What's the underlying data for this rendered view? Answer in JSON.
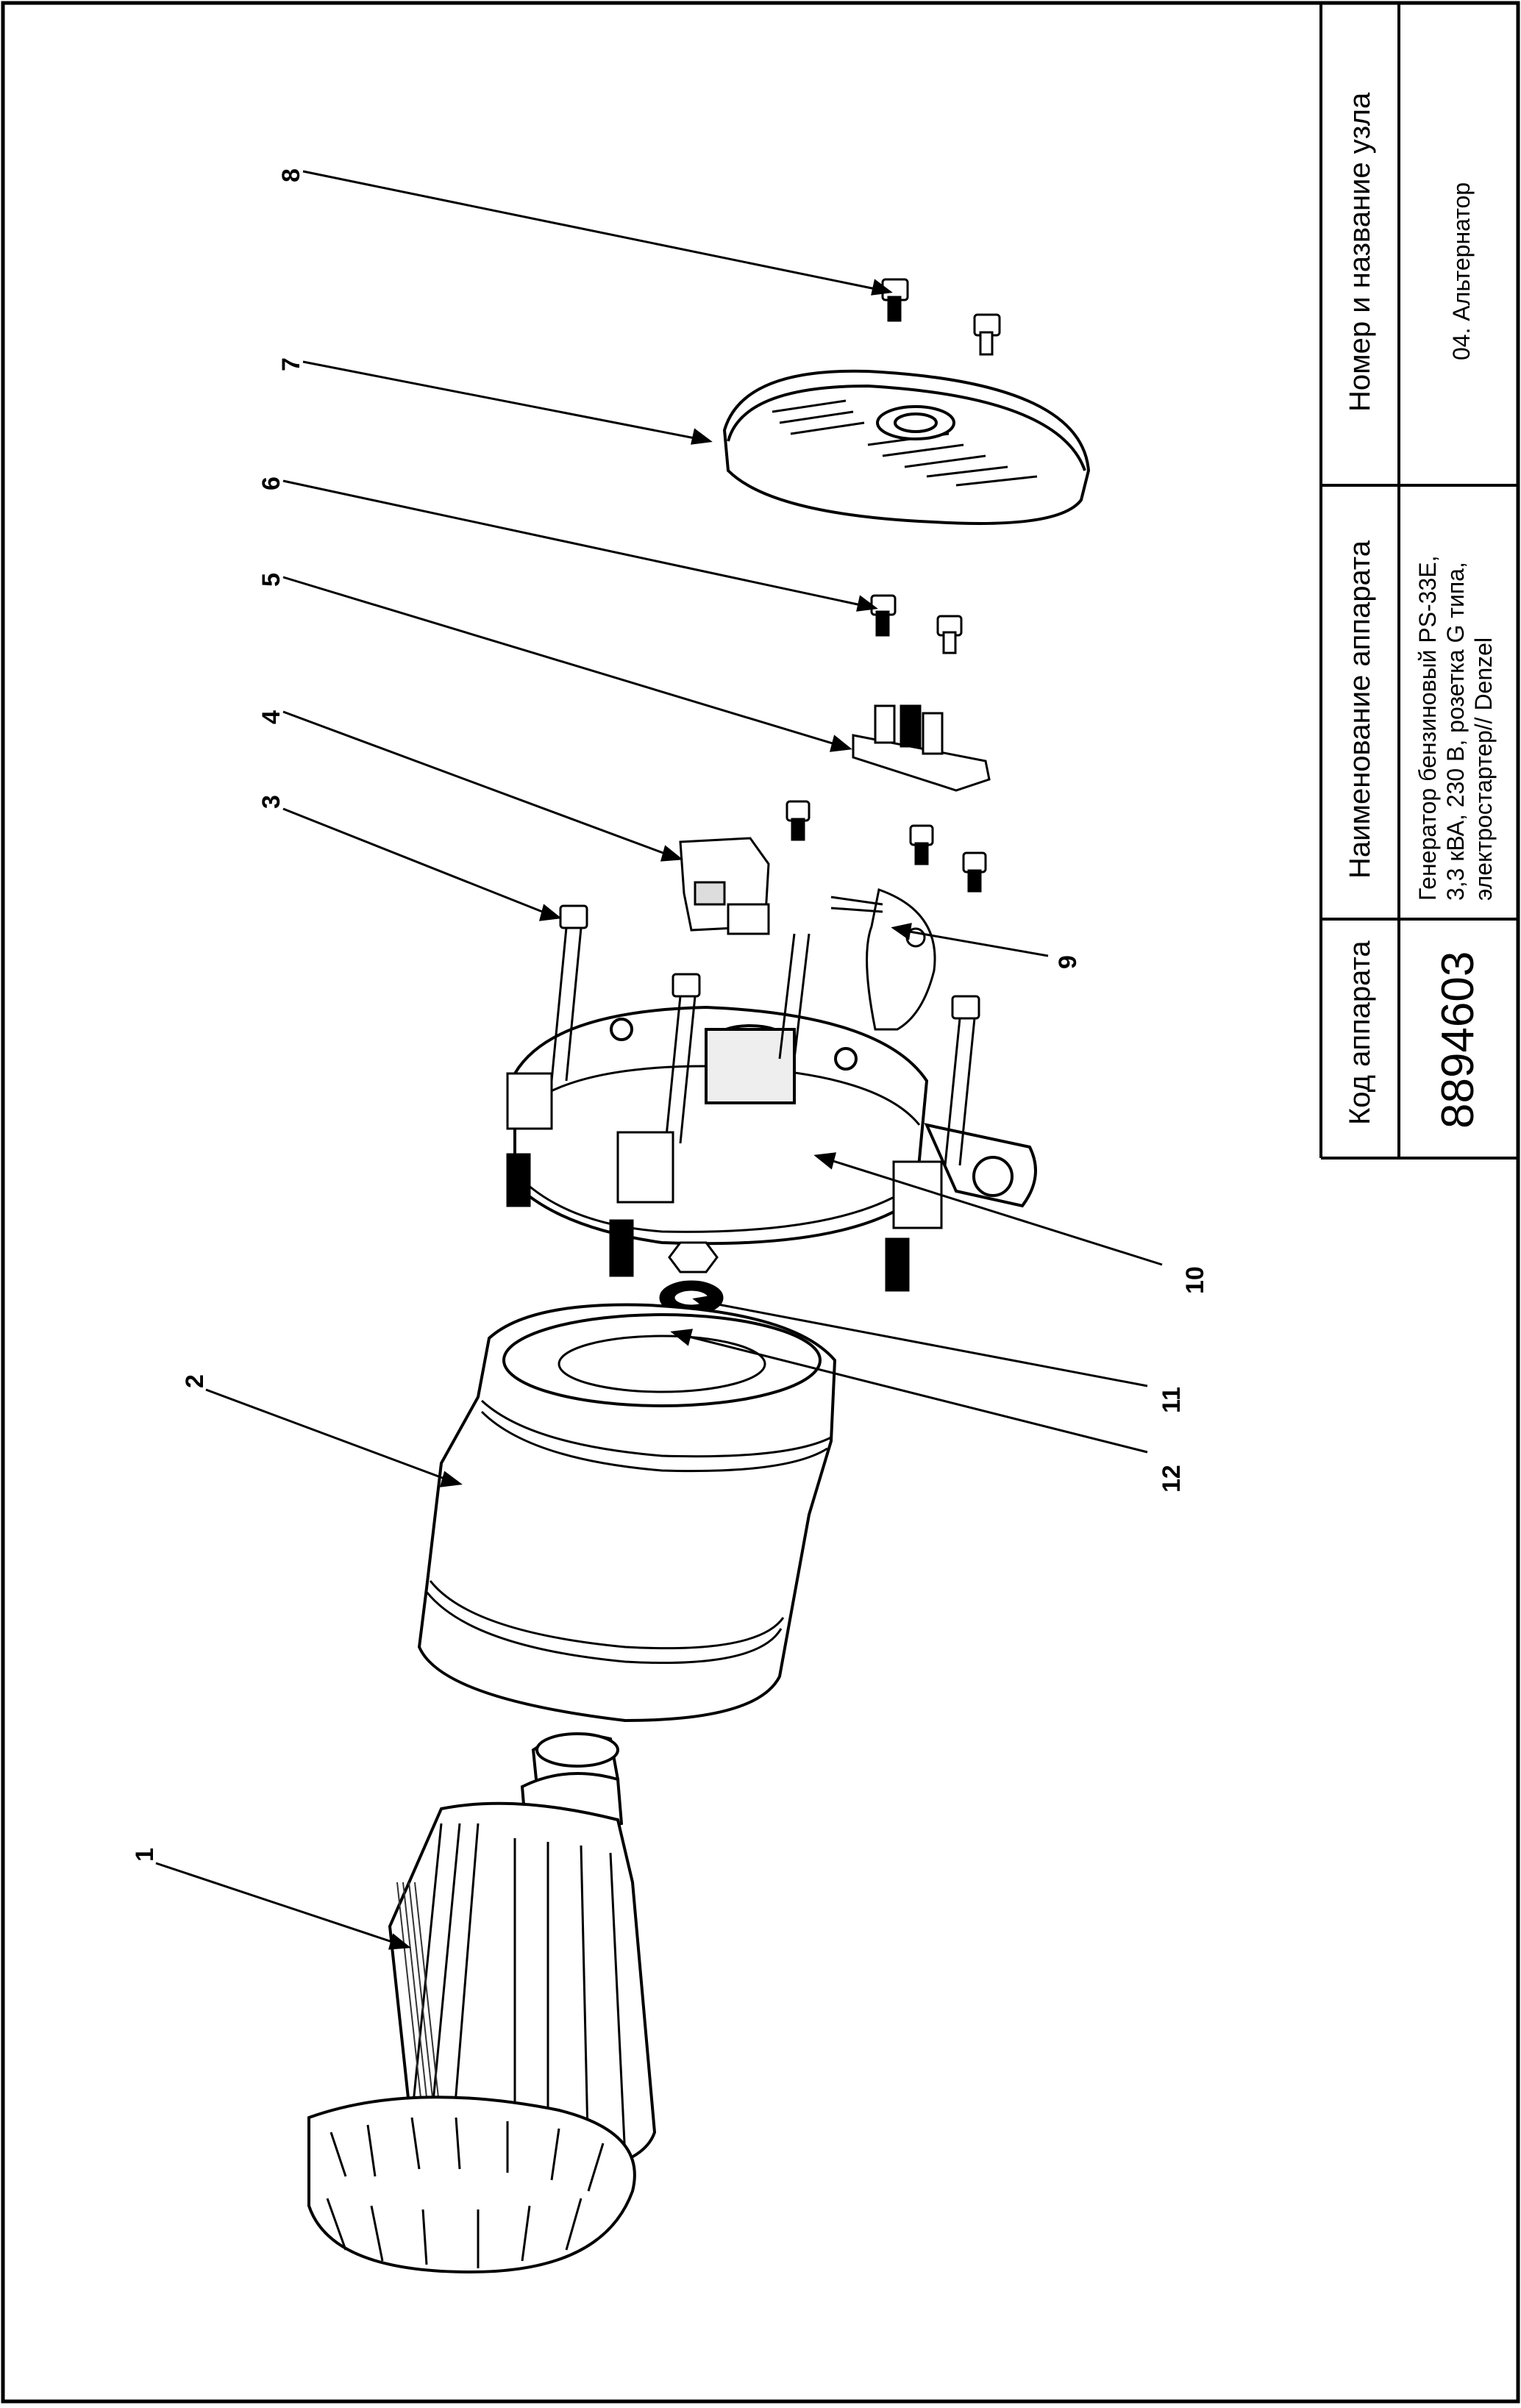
{
  "title_block": {
    "header_code": "Код аппарата",
    "header_name": "Наименование аппарата",
    "header_unit": "Номер и название узла",
    "code_value": "8894603",
    "name_value_lines": [
      "Генератор бензиновый PS-33E,",
      "3,3 кВА, 230 В, розетка G типа,",
      "электростартер// Denzel"
    ],
    "unit_value": "04. Альтернатор"
  },
  "callouts": [
    "1",
    "2",
    "3",
    "4",
    "5",
    "6",
    "7",
    "8",
    "9",
    "10",
    "11",
    "12"
  ],
  "colors": {
    "line": "#000000",
    "fill": "#ffffff",
    "shade": "#555555"
  }
}
